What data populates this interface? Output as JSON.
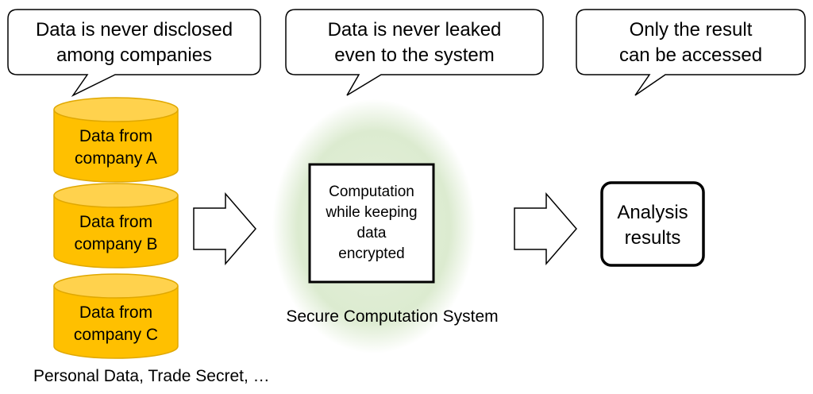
{
  "callouts": [
    {
      "lines": [
        "Data is never disclosed",
        "among companies"
      ]
    },
    {
      "lines": [
        "Data is never leaked",
        "even to the system"
      ]
    },
    {
      "lines": [
        "Only the result",
        "can be accessed"
      ]
    }
  ],
  "databases": [
    {
      "lines": [
        "Data from",
        "company A"
      ]
    },
    {
      "lines": [
        "Data from",
        "company B"
      ]
    },
    {
      "lines": [
        "Data from",
        "company C"
      ]
    }
  ],
  "data_caption": "Personal Data, Trade Secret, …",
  "computation": {
    "lines": [
      "Computation",
      "while keeping",
      "data",
      "encrypted"
    ]
  },
  "system_label": "Secure Computation System",
  "results": {
    "lines": [
      "Analysis",
      "results"
    ]
  },
  "colors": {
    "cylinder_fill": "#ffc000",
    "cylinder_stroke": "#e0a800",
    "glow": "#d5e8c7",
    "stroke": "#000000"
  }
}
